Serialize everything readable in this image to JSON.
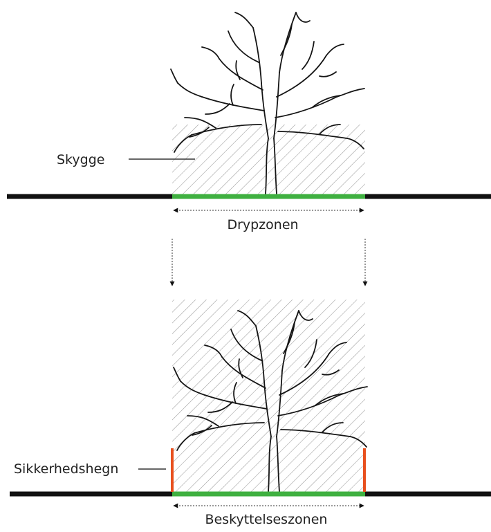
{
  "labels": {
    "shade": "Skygge",
    "drip_zone": "Drypzonen",
    "safety_fence": "Sikkerhedshegn",
    "protection_zone": "Beskyttelseszonen"
  },
  "colors": {
    "ground": "#111111",
    "zone_fill": "#3fb040",
    "fence": "#e8501e",
    "hatch": "#9a9a9a",
    "tree": "#151515",
    "text": "#222222"
  },
  "icons": {
    "tree": "bare-deciduous-tree",
    "arrow": "dotted-down-arrow",
    "dimension": "dotted-double-arrow"
  }
}
